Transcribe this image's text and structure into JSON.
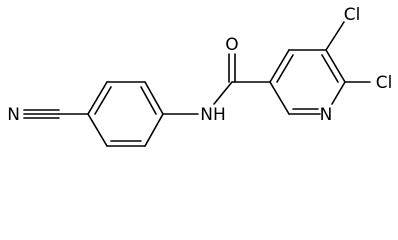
{
  "molecule": {
    "atom_labels": {
      "cyano_n": "N",
      "carbonyl_o": "O",
      "amide_nh": "NH",
      "ring_n": "N",
      "cl_top": "Cl",
      "cl_bottom": "Cl"
    }
  }
}
